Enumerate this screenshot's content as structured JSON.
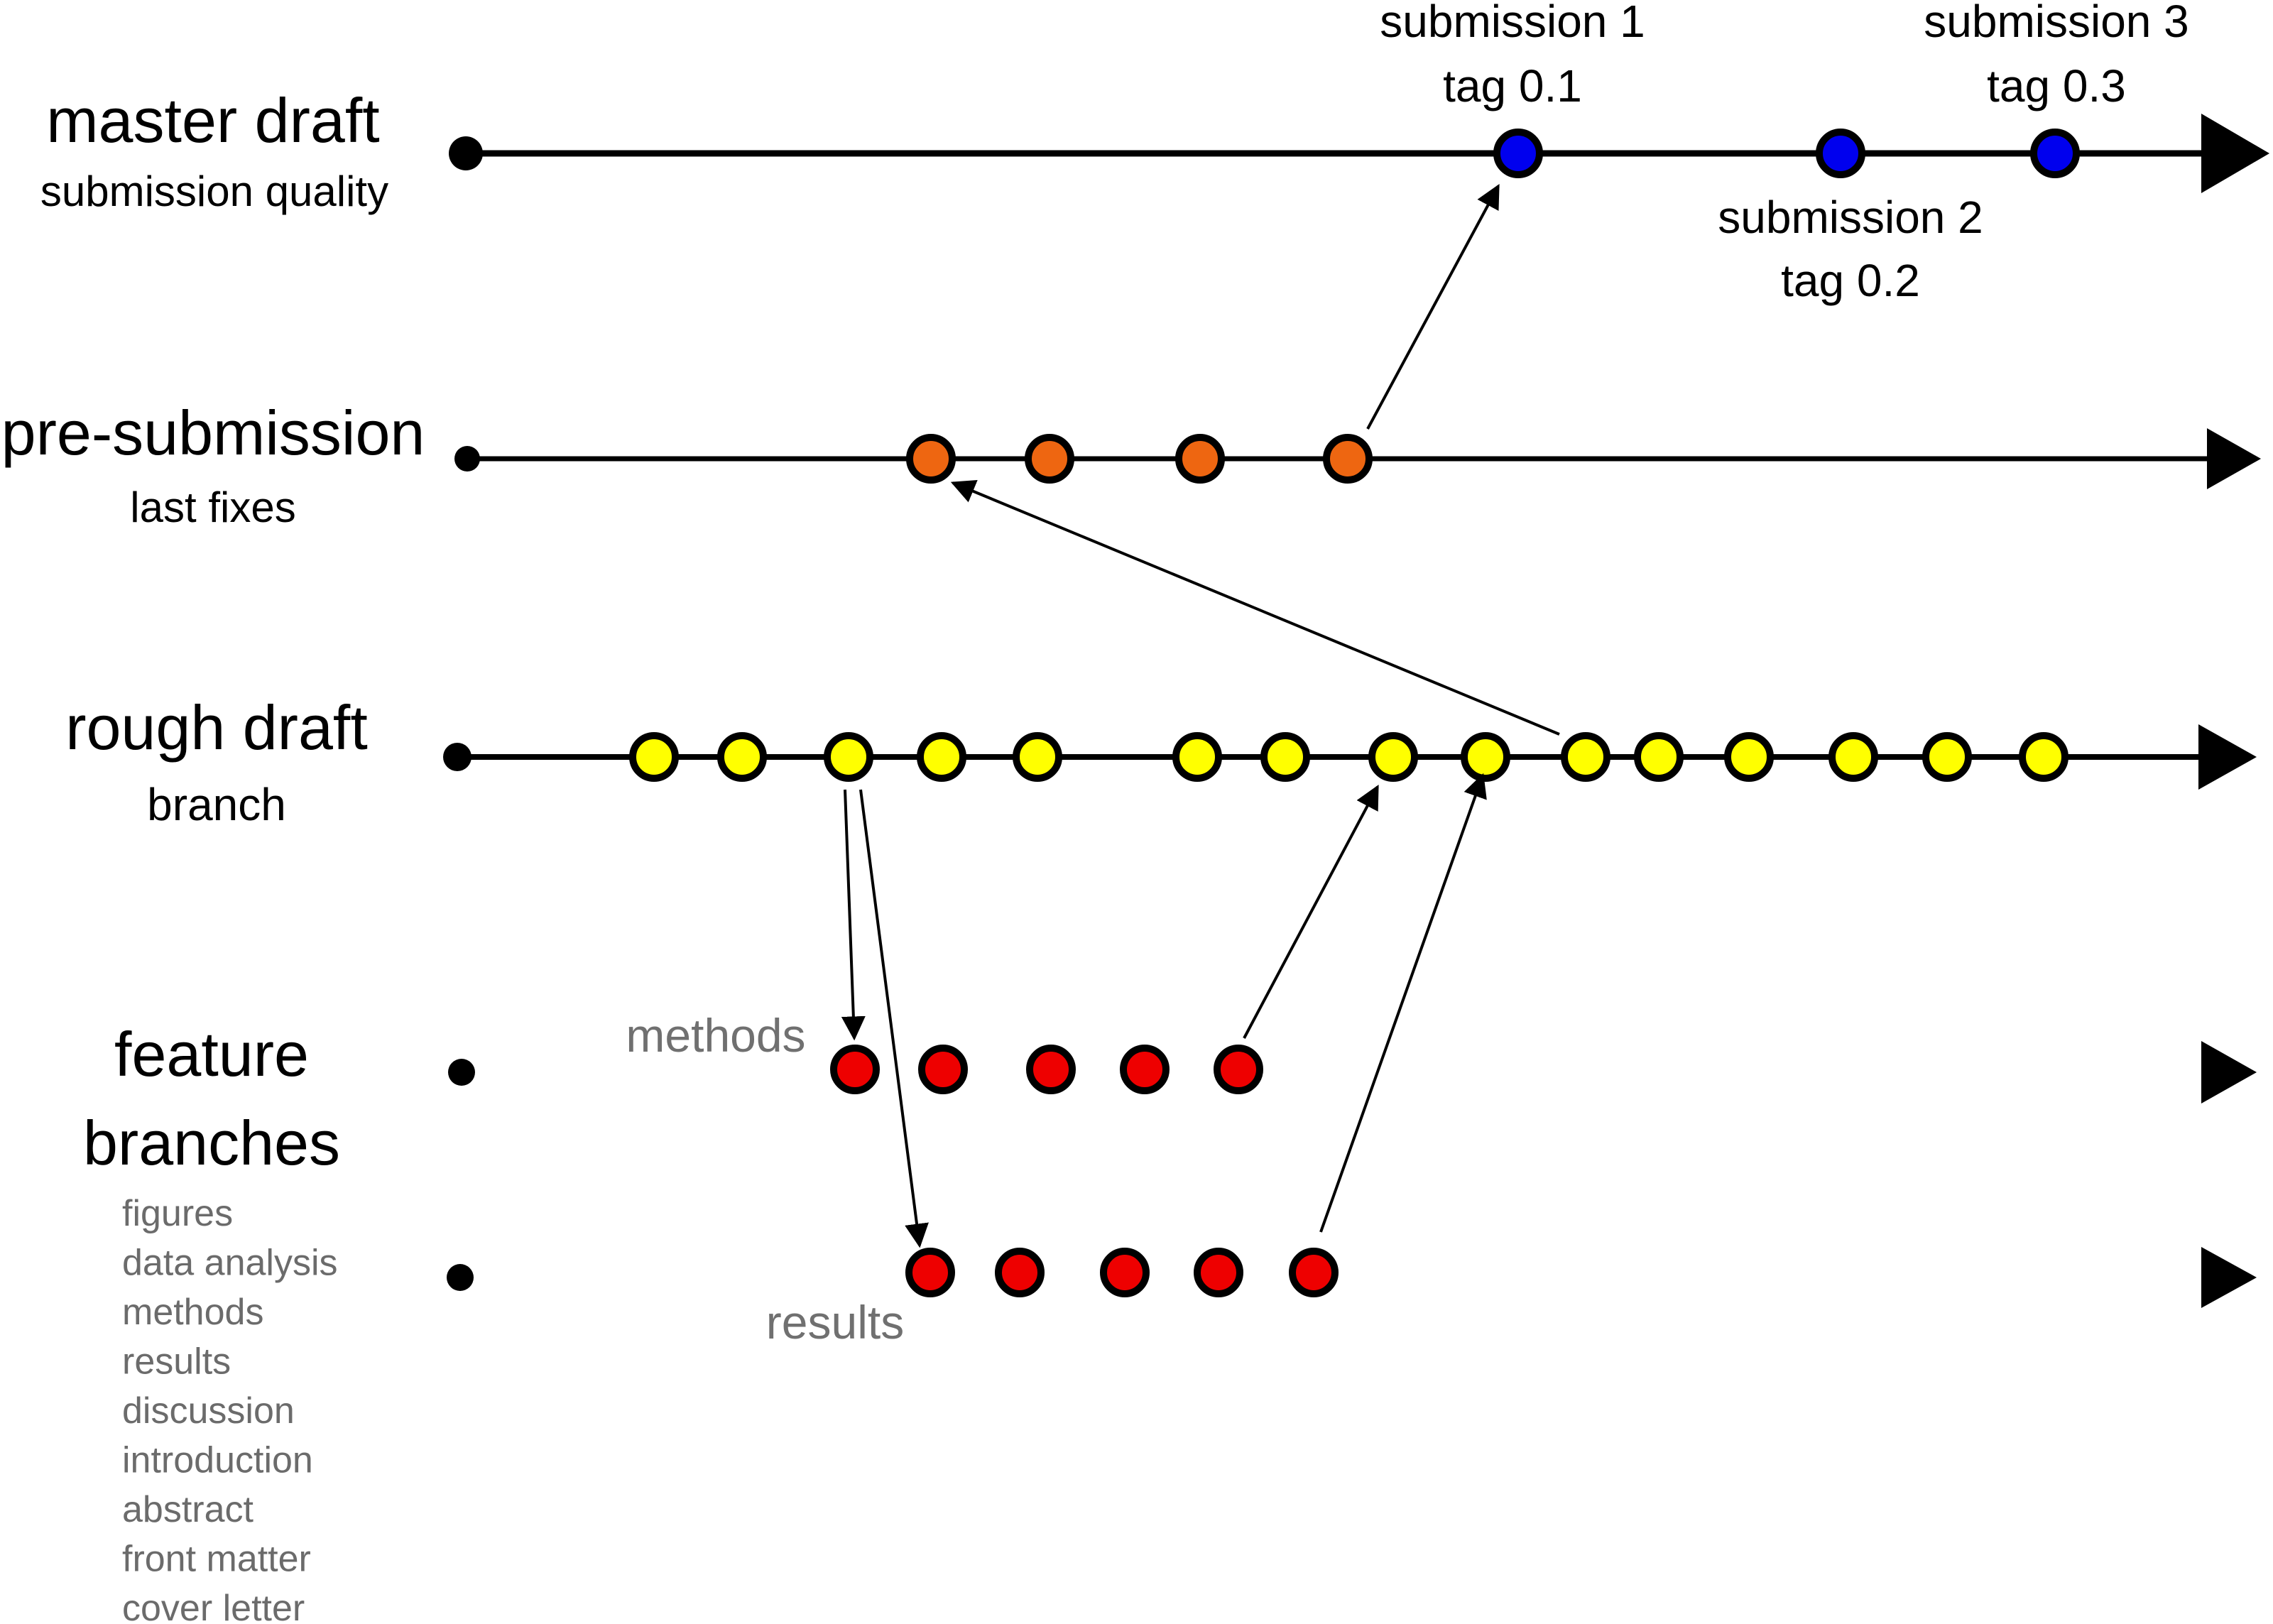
{
  "lanes": {
    "master": {
      "title": "master draft",
      "subtitle": "submission quality"
    },
    "presubmission": {
      "title": "pre-submission",
      "subtitle": "last fixes"
    },
    "rough": {
      "title": "rough draft",
      "subtitle": "branch"
    },
    "feature": {
      "title_line1": "feature",
      "title_line2": "branches"
    }
  },
  "feature_branch_examples": [
    "figures",
    "data analysis",
    "methods",
    "results",
    "discussion",
    "introduction",
    "abstract",
    "front matter",
    "cover letter"
  ],
  "branch_labels": {
    "methods": "methods",
    "results": "results"
  },
  "submissions": [
    {
      "name": "submission 1",
      "tag": "tag 0.1"
    },
    {
      "name": "submission 2",
      "tag": "tag 0.2"
    },
    {
      "name": "submission 3",
      "tag": "tag 0.3"
    }
  ],
  "colors": {
    "master_commit": "#0000ee",
    "presubmission_commit": "#ee6611",
    "rough_commit": "#ffff00",
    "feature_commit": "#ee0000",
    "line": "#000000",
    "faded_label": "#6b6b6b"
  },
  "commit_counts": {
    "master": 3,
    "presubmission": 4,
    "rough": 16,
    "methods": 5,
    "results": 5
  }
}
